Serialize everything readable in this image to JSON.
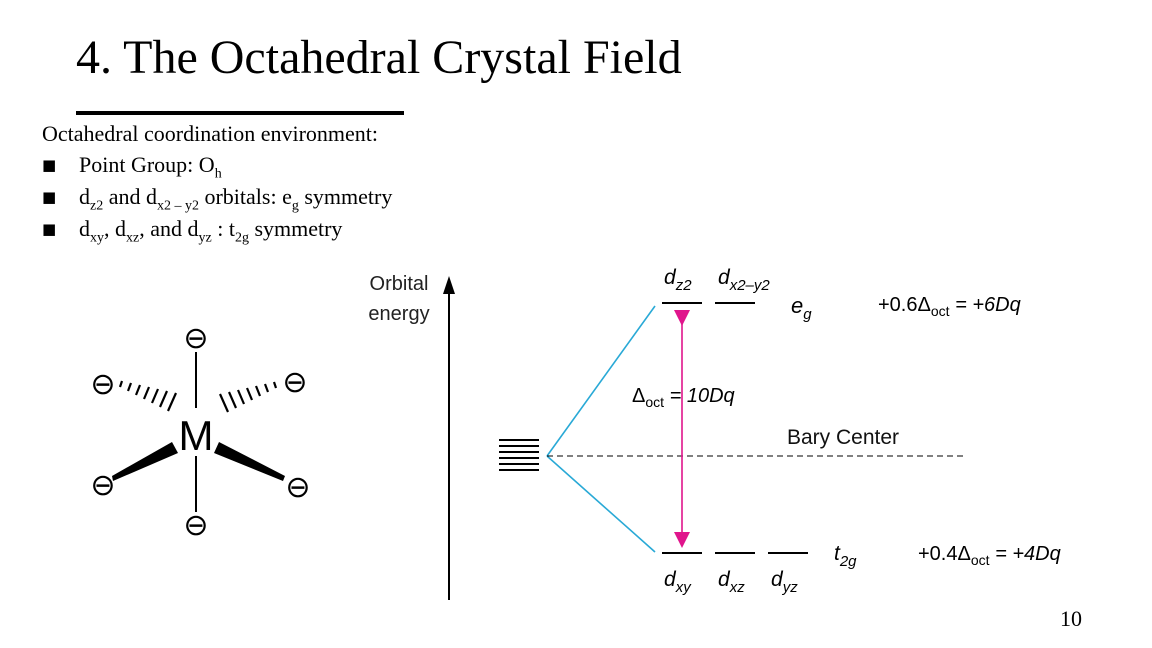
{
  "slide": {
    "title": "4. The Octahedral Crystal Field",
    "intro": "Octahedral coordination environment:",
    "page_number": "10"
  },
  "bullets": [
    {
      "prefix": "Point Group: O",
      "sub": "h"
    },
    {
      "parts": [
        "d",
        "z2",
        " and d",
        "x2 – y2",
        " orbitals: e",
        "g",
        " symmetry"
      ]
    },
    {
      "parts": [
        "d",
        "xy",
        ", d",
        "xz",
        ", and d",
        "yz",
        " : t",
        "2g",
        " symmetry"
      ]
    }
  ],
  "molecule": {
    "center": "M",
    "ligand_symbol": "⊖"
  },
  "diagram": {
    "axis_label_line1": "Orbital",
    "axis_label_line2": "energy",
    "eg_label": "e",
    "eg_sub": "g",
    "eg_energy": "+0.6Δ",
    "eg_energy_sub": "oct",
    "eg_energy_tail": " = +6Dq",
    "t2g_label": "t",
    "t2g_sub": "2g",
    "t2g_energy": "+0.4Δ",
    "t2g_energy_sub": "oct",
    "t2g_energy_tail": " = +4Dq",
    "delta_label": "Δ",
    "delta_sub": "oct",
    "delta_tail": " = 10Dq",
    "barycenter": "Bary Center",
    "orbitals_top": [
      {
        "d": "d",
        "sub": "z2"
      },
      {
        "d": "d",
        "sub": "x2–y2"
      }
    ],
    "orbitals_bottom": [
      {
        "d": "d",
        "sub": "xy"
      },
      {
        "d": "d",
        "sub": "xz"
      },
      {
        "d": "d",
        "sub": "yz"
      }
    ],
    "colors": {
      "split_lines": "#29a9d6",
      "delta_arrow": "#e0158c"
    }
  }
}
